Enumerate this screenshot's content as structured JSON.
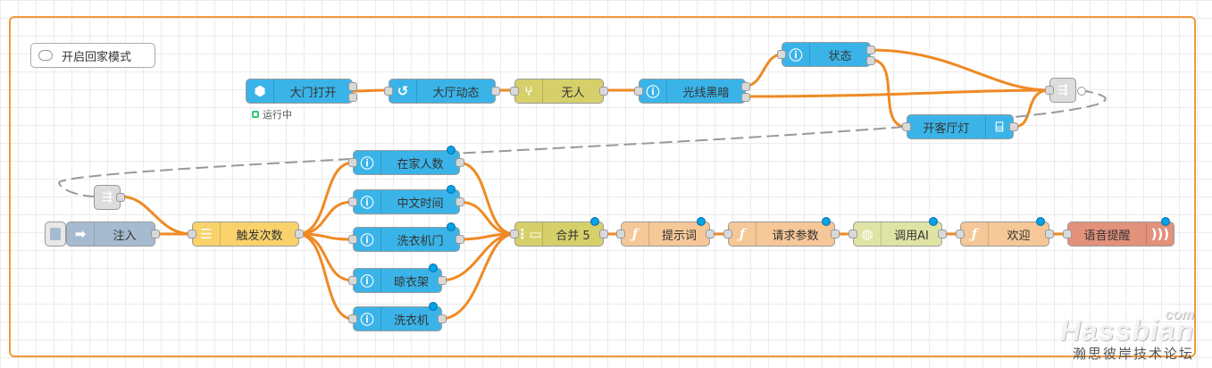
{
  "comment": "开启回家模式",
  "status_text": "运行中",
  "nodes": {
    "door_open": "大门打开",
    "hall_motion": "大厅动态",
    "nobody": "无人",
    "light_dark": "光线黑暗",
    "state": "状态",
    "open_living_light": "开客厅灯",
    "inject": "注入",
    "trigger_count": "触发次数",
    "people_home": "在家人数",
    "chinese_time": "中文时间",
    "washer_door": "洗衣机门",
    "drying_rack": "晾衣架",
    "washer": "洗衣机",
    "merge": "合并 5",
    "prompt": "提示词",
    "request_params": "请求参数",
    "call_ai": "调用AI",
    "welcome": "欢迎",
    "voice_remind": "语音提醒"
  },
  "watermark": {
    "brand": "Hassbian",
    "domain": "com",
    "tagline": "瀚思彼岸技术论坛"
  },
  "colors": {
    "wire": "#ef8a25",
    "link_wire": "#999999",
    "group_border": "#ef9a3c"
  }
}
